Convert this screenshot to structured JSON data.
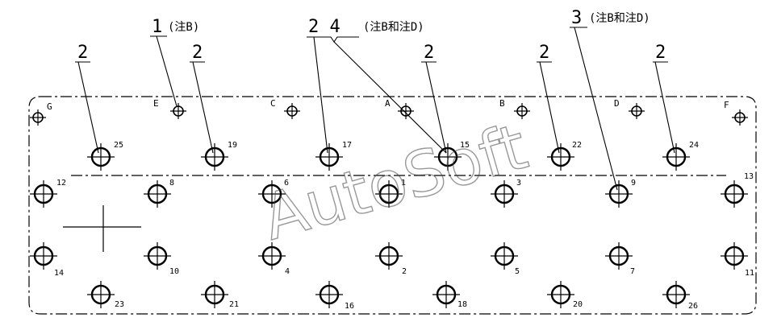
{
  "callouts": [
    {
      "id": "c1",
      "num": "1",
      "note": "(注B)"
    },
    {
      "id": "c2a",
      "num": "2",
      "note": ""
    },
    {
      "id": "c2b",
      "num": "2",
      "note": ""
    },
    {
      "id": "c24",
      "num": "2 4",
      "note": "(注B和注D)"
    },
    {
      "id": "c2c",
      "num": "2",
      "note": ""
    },
    {
      "id": "c2d",
      "num": "2",
      "note": ""
    },
    {
      "id": "c3",
      "num": "3",
      "note": "(注B和注D)"
    },
    {
      "id": "c2e",
      "num": "2",
      "note": ""
    }
  ],
  "small_hole_letters": [
    "G",
    "E",
    "C",
    "A",
    "B",
    "D",
    "F"
  ],
  "hole_numbers": [
    "25",
    "19",
    "17",
    "15",
    "22",
    "24",
    "12",
    "8",
    "6",
    "1",
    "3",
    "9",
    "13",
    "14",
    "10",
    "4",
    "2",
    "5",
    "7",
    "11",
    "23",
    "21",
    "16",
    "18",
    "20",
    "26"
  ],
  "watermark": "AutoSoft"
}
